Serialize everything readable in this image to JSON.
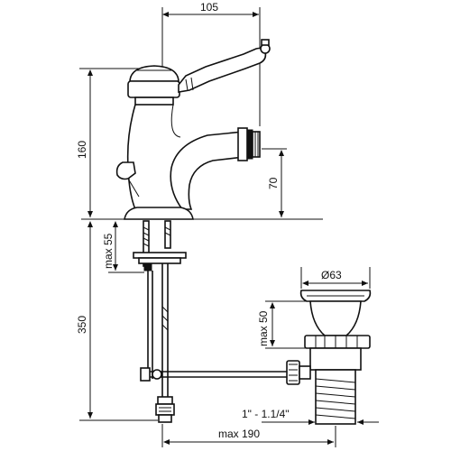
{
  "dimensions": {
    "top_width": "105",
    "height_total": "160",
    "spout_height": "70",
    "max_thickness": "max 55",
    "below_counter": "350",
    "drain_diameter": "Ø63",
    "drain_max": "max 50",
    "pipe_thread": "1\" - 1.1/4\"",
    "bottom_max": "max 190"
  },
  "colors": {
    "ink": "#111111",
    "background": "#ffffff"
  }
}
